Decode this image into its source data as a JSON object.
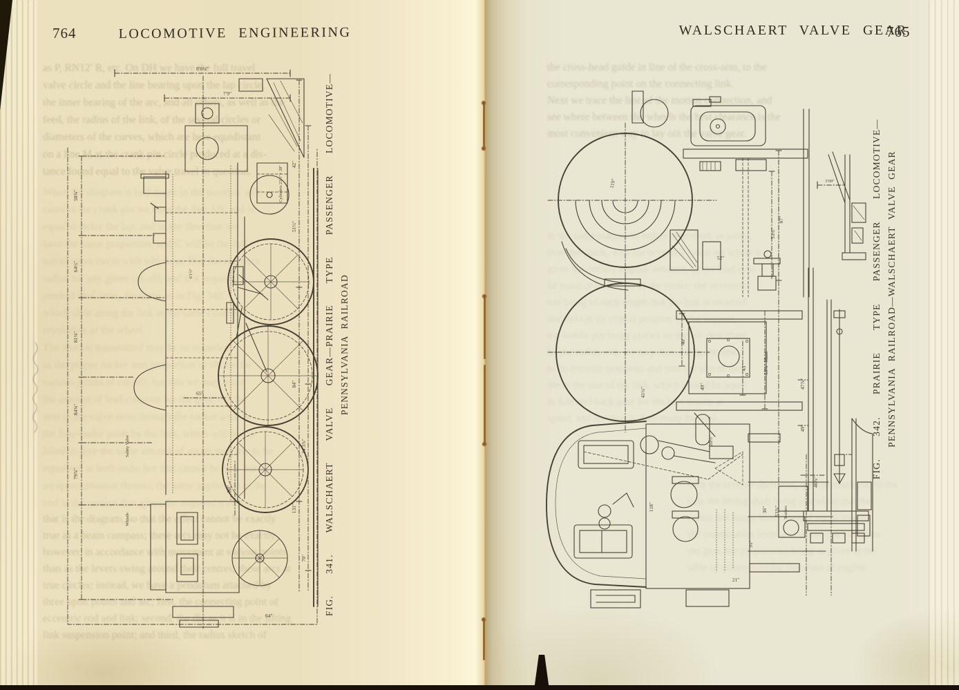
{
  "left_page": {
    "page_number": "764",
    "running_head": "LOCOMOTIVE ENGINEERING",
    "caption": {
      "line1": "FIG. 341.  WALSCHAERT VALVE GEAR—PRAIRIE TYPE PASSENGER LOCOMOTIVE—",
      "line2": "PENNSYLVANIA RAILROAD"
    },
    "figure_labels": {
      "dim_8ft": "8′0¼″",
      "dim_7ft9": "7′9″",
      "cylinders": "Cylinders 23½″× 28″",
      "dim_58": "58⅝″",
      "dim_64": "64½″",
      "dim_81": "81⅜″",
      "dim_84a": "84⅝″",
      "dim_79": "79⅞″",
      "safety_valve": "Safety Valve",
      "whistle": "Whistle",
      "dim_42": "42″",
      "dim_51": "51½″",
      "dim_61": "6′1½″",
      "dim_84b": "84″",
      "dim_65": "65″",
      "dim_90": "90″",
      "dim_34": "34′3⅞″",
      "dim_131": "131″",
      "dim_70": "70″",
      "dim_64b": "64″"
    },
    "ghost_top": [
      "as P, RN12′ R, etc.   On DH we have the full travel",
      "valve circle and the line bearing upon the lap circle,",
      "the inner bearing of the arc, and all others, as well as the",
      "feed, the radius of the link, of the several circles or",
      "diameters of the curves, which are here equidistant",
      "on a line M at the crank pin circle produced at a dis-",
      "tance found equal to the valve travel in question."
    ],
    "ghost_mid": [
      "When the diagram is laid down in the position indi-",
      "cated at the crank pin we have the line AB, and is",
      "equal to twice the lap; and in the direction we",
      "have the same proportion, and C will be the full",
      "travel valve circle with which we find the eccentric",
      "radius for any given cut-off; and if it requires",
      "marked lead lines, the same as in Fig. 340,",
      "which slide along the link in the same counter-",
      "revolution of the wheel.",
      "The motion transmitted may be so regarded",
      "as the proper rocker arm proportion to obtain the",
      "various points of cut-off; but this we may leave",
      "the amount of lead constant for the gear. On the",
      "sent to the valve stem through the rocker arm, as",
      "the fore-under point by the link, which will be, as",
      "lifted to give the same amount of steam may not to be",
      "equalised at both ends; but that cannot be had, but",
      "an approximation thereto; the same applies up to the",
      "end in the motion that gives the required travel."
    ],
    "ghost_bottom": [
      "that is the diagram, so that the effect cannot be exactly",
      "true as a beam compass; these arcs may not be exactly",
      "however, in accordance with movement at various points",
      "than as the levers swing around their centres; these arcs at",
      "true circles; instead, we have a pendulum attached by",
      "three upon points and arc; first, the connecting point of",
      "eccentric rod and link; second, the die as it is in the lifting",
      "link suspension point; and third, the radius sketch of"
    ]
  },
  "right_page": {
    "page_number": "765",
    "running_head": "WALSCHAERT VALVE GEAR",
    "caption": {
      "line1": "FIG. 342.  PRAIRIE TYPE PASSENGER LOCOMOTIVE—",
      "line2": "PENNSYLVANIA RAILROAD—WALSCHAERT VALVE GEAR"
    },
    "figure_labels": {
      "dim_119": "119″",
      "dim_87": "87″",
      "dim_53q": "53¼″",
      "dim_52": "52″",
      "dim_309": "3′09″",
      "dim_40": "40″",
      "dim_41": "41¼″",
      "dim_49": "49″",
      "dim_43": "43″",
      "dim_53main": "53⅛″ Main",
      "dim_20": "20½″",
      "dim_47": "47⅞″",
      "dim_49b": "49″",
      "dim_46": "46⅞″",
      "dim_118": "118″",
      "dim_36": "36″",
      "dim_53tr": "53⅞″",
      "trailers": "Trailers",
      "dim_21": "21″",
      "dim_3q": "3¼″"
    },
    "ghost_top": [
      "the cross-head guide in line of the cross-arm, to the",
      "corresponding point on the connecting link.",
      "Next we trace the line of the motion connection, and",
      "see where between the wheels the best clearance is the",
      "most convenient way to lay out the valve gear."
    ],
    "ghost_mid": [
      "in the same manner as before described, in pairs,",
      "over the crank, with the eccentric crank set where it",
      "gives the correct angular advance, as the lead is to",
      "be equal at both ends of the stroke; the eccentric",
      "rod being of such length that the link is steadied",
      "and held in its central position by the support,",
      "the saddle pin being placed on the arc described",
      "by the radius rod; we may then swing the link",
      "to its extreme positions and note the slip of the",
      "die in the slot of the link, which should be equal",
      "in fore and back gear for the best results at",
      "speed, and the gear is then ready for trial."
    ],
    "ghost_bottom": [
      "with the reverse shaft arm, and the reach rod to the",
      "cab; the lifting shaft being placed so that the",
      "radius rod hangs from arms of equal length,",
      "the combination lever and union link complete",
      "the gear, the proportions being as given in the",
      "table of dimensions for this class of engine."
    ]
  }
}
